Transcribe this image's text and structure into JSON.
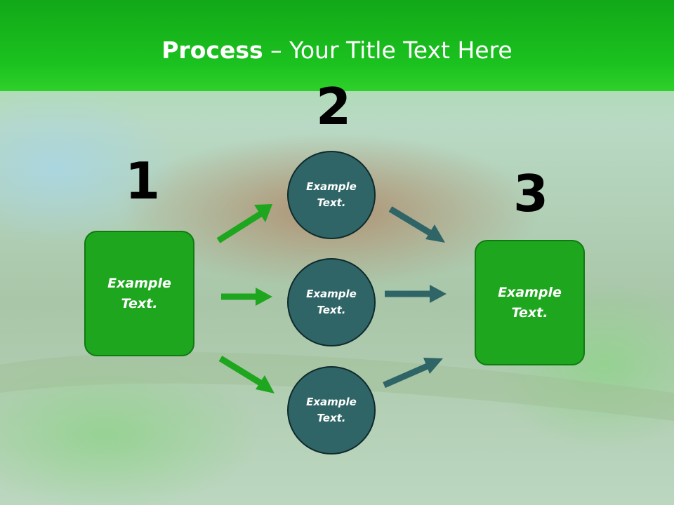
{
  "title": {
    "bold": "Process",
    "rest": " – Your Title Text Here"
  },
  "step_numbers": [
    "1",
    "2",
    "3"
  ],
  "boxes": [
    {
      "label": "Example\nText."
    },
    {
      "label": "Example\nText."
    }
  ],
  "circles": [
    {
      "label": "Example\nText."
    },
    {
      "label": "Example\nText."
    },
    {
      "label": "Example\nText."
    }
  ],
  "colors": {
    "header_green": "#1bc21f",
    "box_green": "#1ea61e",
    "circle_teal": "#2f6566",
    "arrow_green": "#1ea61e",
    "arrow_teal": "#2f6566",
    "number_color": "#000000"
  }
}
